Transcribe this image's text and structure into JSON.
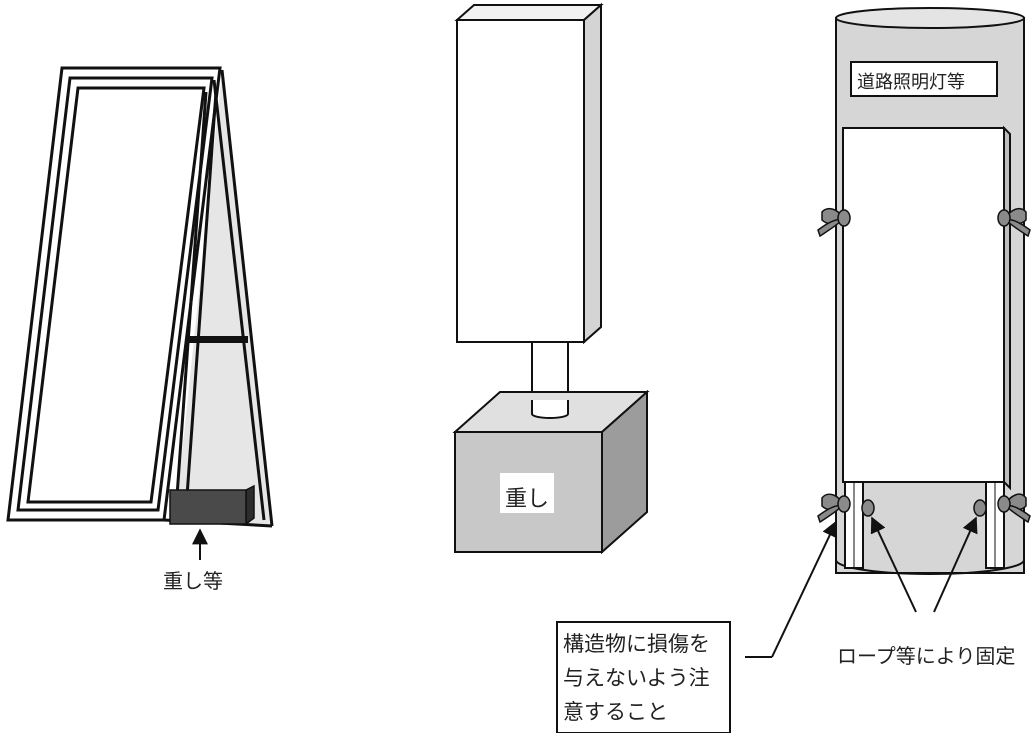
{
  "labels": {
    "weight_etc": "重し等",
    "weight": "重し",
    "street_light": "道路照明灯等",
    "rope_fix": "ロープ等により固定",
    "caution_line1": "構造物に損傷を",
    "caution_line2": "与えないよう注",
    "caution_line3": "意すること"
  },
  "colors": {
    "stroke": "#111111",
    "panel": "#ffffff",
    "pole_fill": "#d6d6d6",
    "pole_top": "#e4e4e4",
    "block_front": "#c8c8c8",
    "block_top": "#e0e0e0",
    "block_side": "#9c9c9c",
    "weight_dark": "#4a4a4a",
    "stand_fill": "#e6e6e6",
    "rope": "#777777"
  }
}
